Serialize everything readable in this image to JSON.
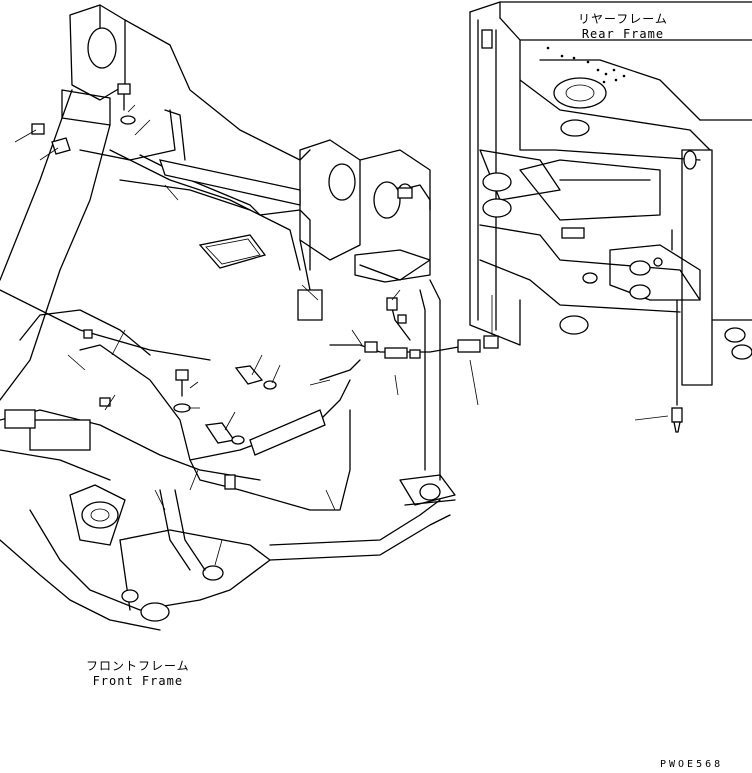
{
  "labels": {
    "rear_frame_jp": "リヤーフレーム",
    "rear_frame_en": "Rear Frame",
    "front_frame_jp": "フロントフレーム",
    "front_frame_en": "Front Frame",
    "drawing_code": "PWOE568"
  },
  "colors": {
    "line": "#000000",
    "background": "#ffffff"
  }
}
